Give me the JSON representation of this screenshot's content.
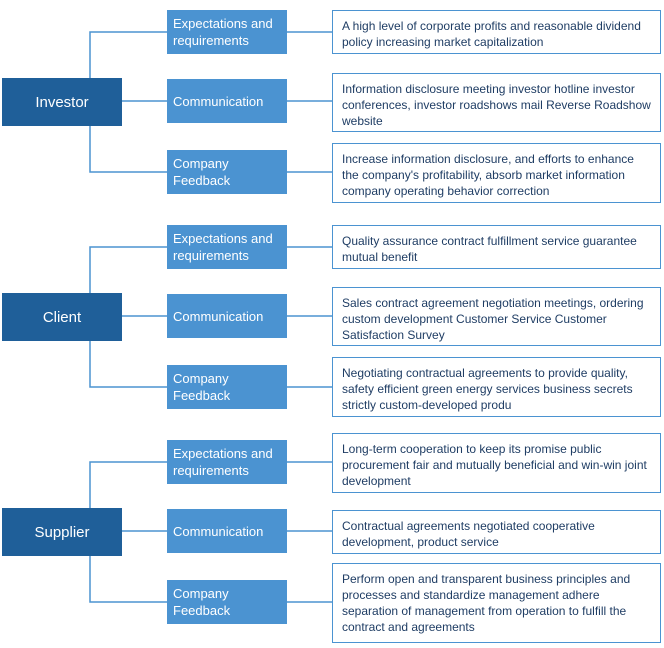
{
  "groups": [
    {
      "name": "Investor",
      "items": [
        {
          "label": "Expectations and requirements",
          "text": "A high level of corporate profits and reasonable dividend policy increasing market capitalization"
        },
        {
          "label": "Communication",
          "text": "Information disclosure meeting investor hotline investor conferences, investor roadshows mail Reverse Roadshow website"
        },
        {
          "label": "Company Feedback",
          "text": "Increase information disclosure, and efforts to enhance the company's profitability, absorb market information company operating behavior correction"
        }
      ]
    },
    {
      "name": "Client",
      "items": [
        {
          "label": "Expectations and requirements",
          "text": "Quality assurance contract fulfillment service guarantee mutual benefit"
        },
        {
          "label": "Communication",
          "text": "Sales contract agreement negotiation meetings, ordering custom development Customer Service Customer Satisfaction Survey"
        },
        {
          "label": "Company Feedback",
          "text": "Negotiating contractual agreements to provide quality, safety efficient green energy services business secrets strictly custom-developed produ"
        }
      ]
    },
    {
      "name": "Supplier",
      "items": [
        {
          "label": "Expectations and requirements",
          "text": "Long-term cooperation to keep its promise public procurement fair and mutually beneficial and win-win joint development"
        },
        {
          "label": "Communication",
          "text": "Contractual agreements negotiated cooperative development, product service"
        },
        {
          "label": "Company Feedback",
          "text": "Perform open and transparent business principles and processes and standardize management  adhere separation of management from operation to fulfill the contract and agreements"
        }
      ]
    }
  ],
  "colors": {
    "root": "#1f5f99",
    "mid": "#4b93d1",
    "border": "#4b93d1",
    "line": "#4b93d1",
    "leaf_text": "#1f3d64"
  }
}
